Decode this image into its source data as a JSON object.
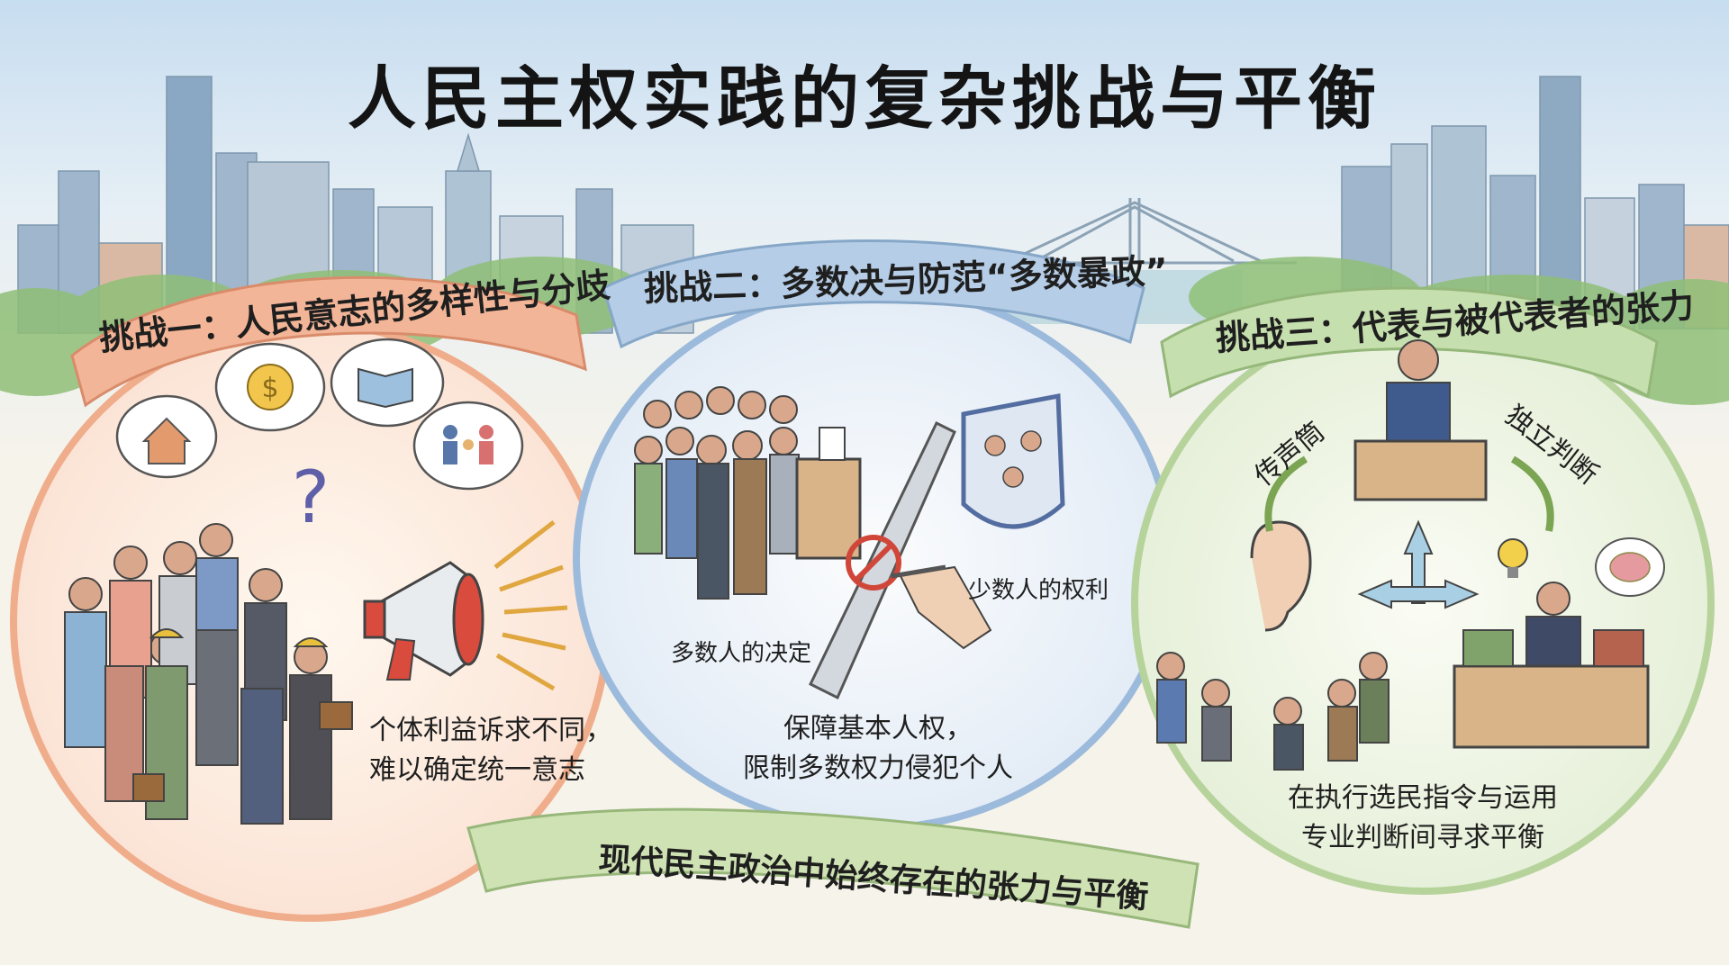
{
  "title": "人民主权实践的复杂挑战与平衡",
  "challenge1": {
    "heading": "挑战一：人民意志的多样性与分歧",
    "caption_line1": "个体利益诉求不同，",
    "caption_line2": "难以确定统一意志"
  },
  "challenge2": {
    "heading": "挑战二：多数决与防范“多数暴政”",
    "label_majority": "多数人的决定",
    "label_minority": "少数人的权利",
    "caption_line1": "保障基本人权，",
    "caption_line2": "限制多数权力侵犯个人"
  },
  "challenge3": {
    "heading": "挑战三：代表与被代表者的张力",
    "label_mouthpiece": "传声筒",
    "label_judgment": "独立判断",
    "caption_line1": "在执行选民指令与运用",
    "caption_line2": "专业判断间寻求平衡"
  },
  "footer_banner": "现代民主政治中始终存在的张力与平衡",
  "colors": {
    "ribbon1": "#f1a98a",
    "ribbon2": "#a9c4e2",
    "ribbon3": "#bcd7a5",
    "footer": "#c9dfa9",
    "sky": "#cfe3f2"
  }
}
